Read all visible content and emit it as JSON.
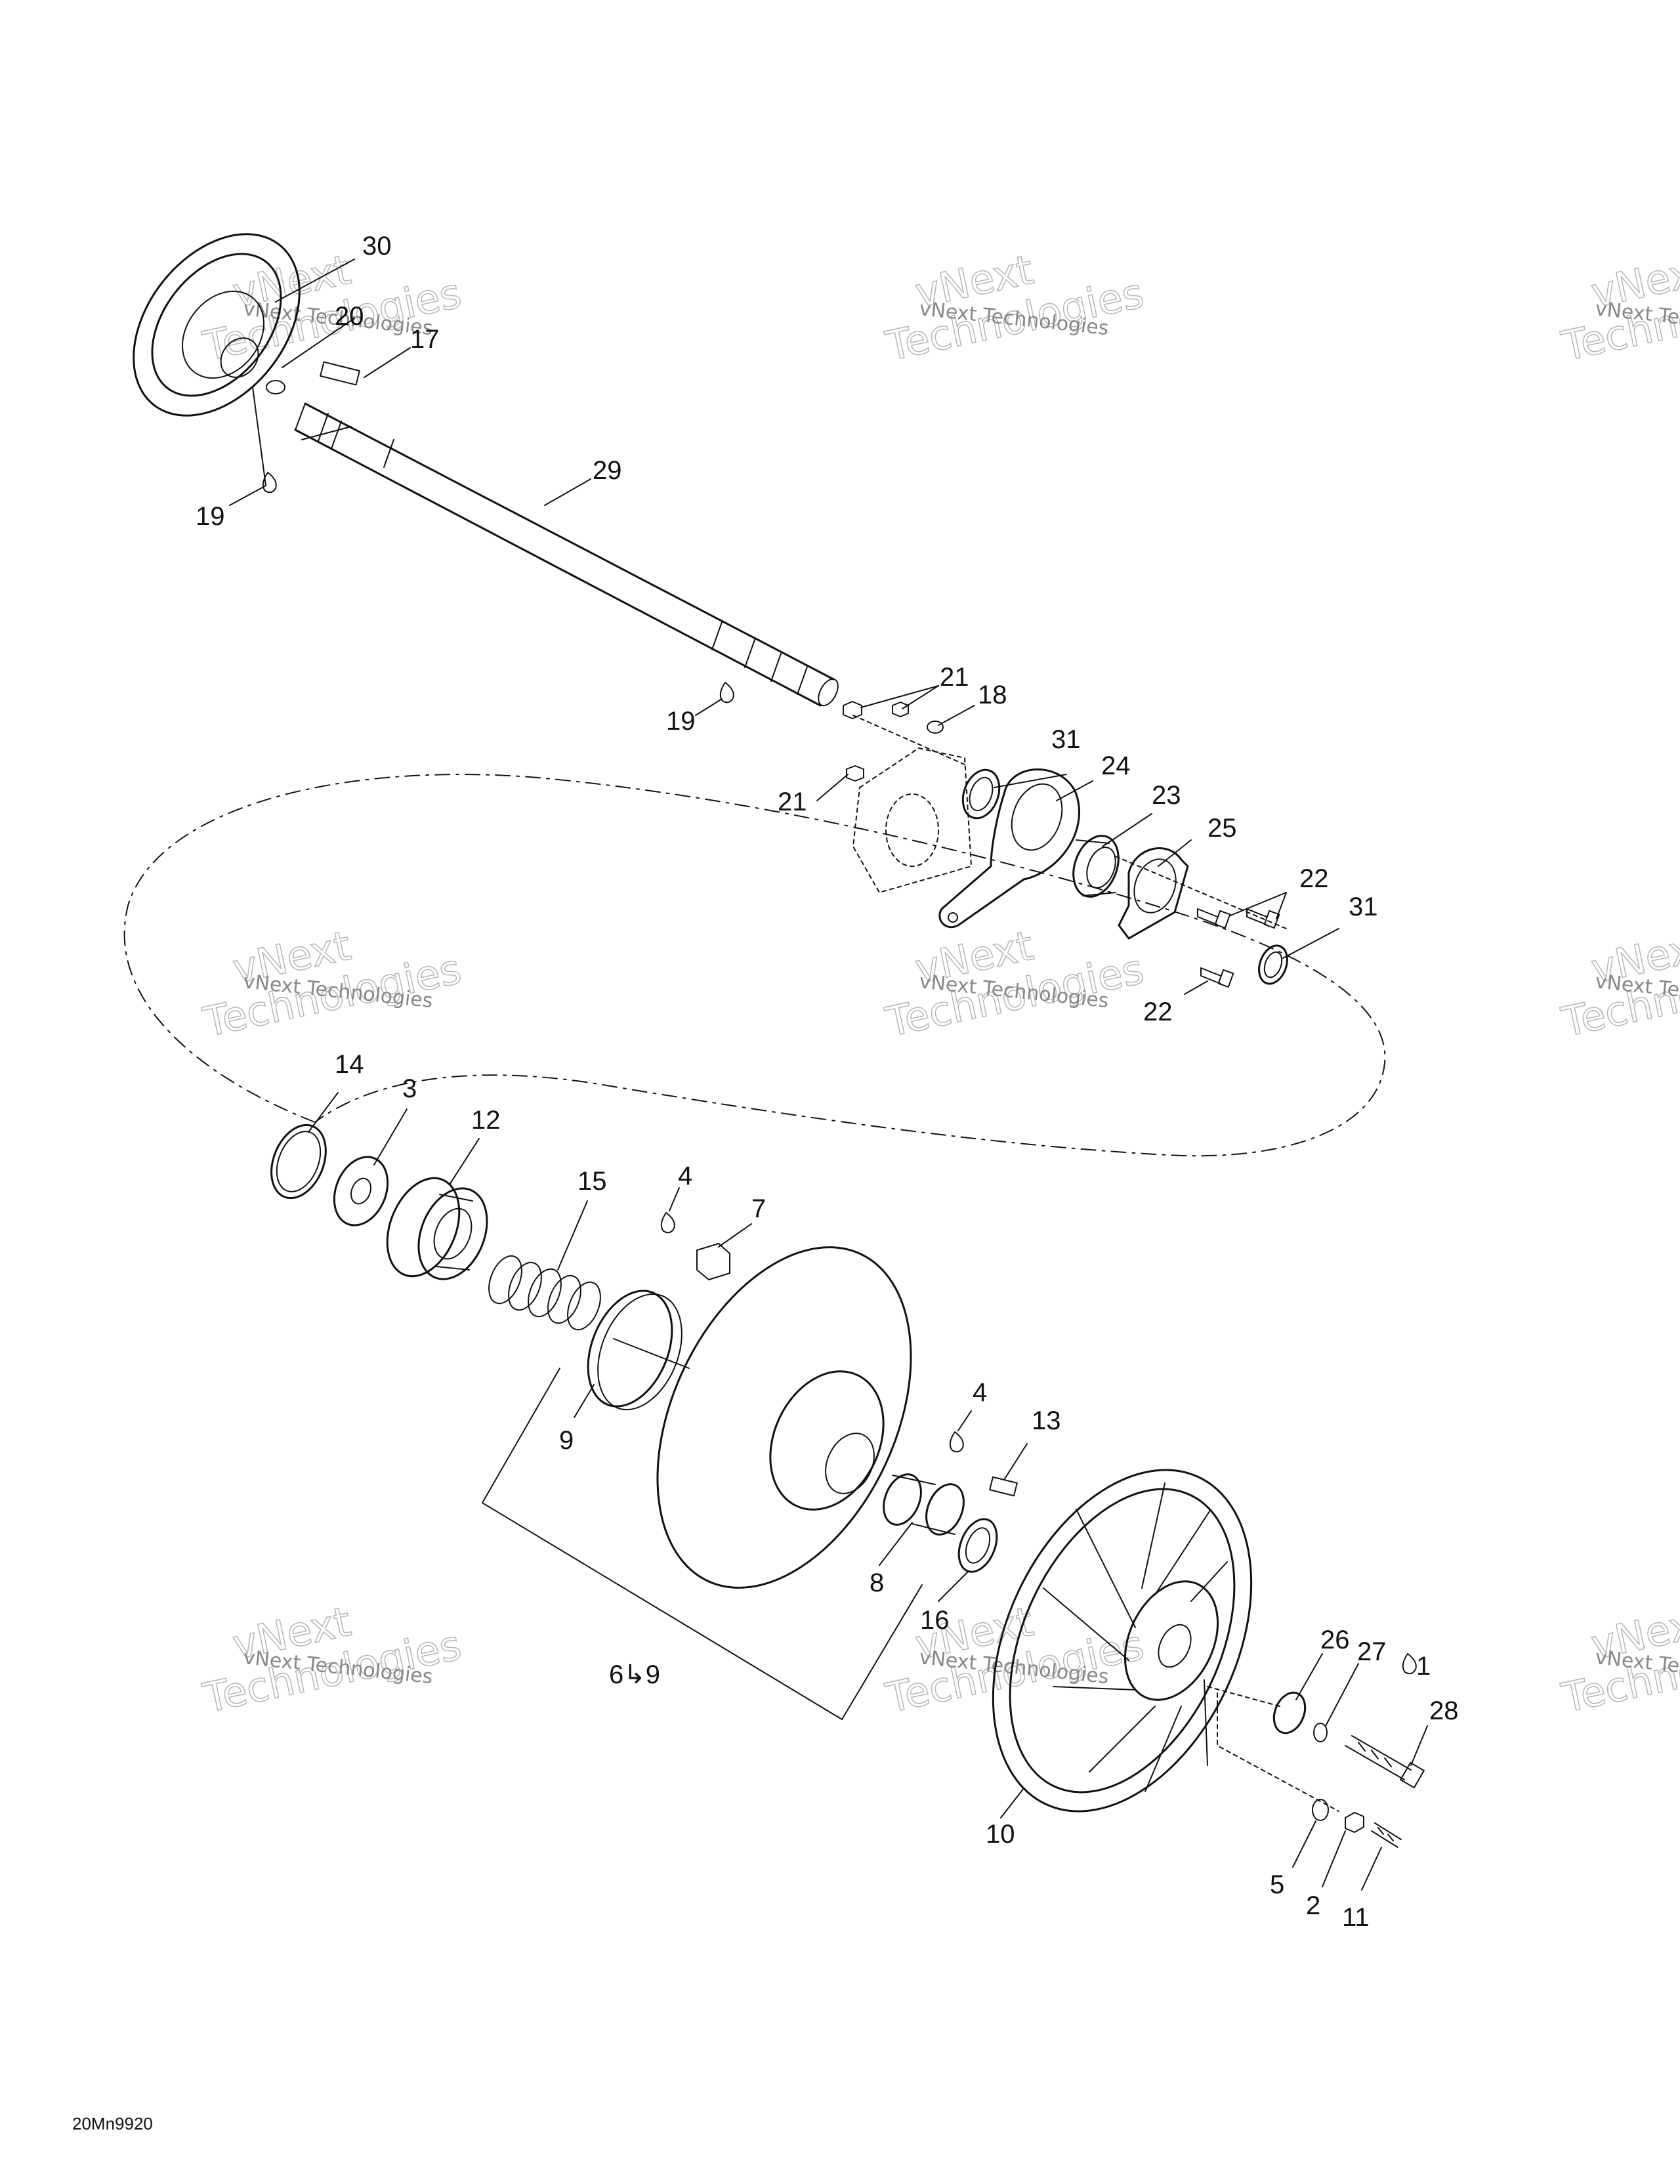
{
  "document_id": "20Mn9920",
  "watermark": {
    "line1": "vNext",
    "line2": "Technologies",
    "small": "vNext Technologies"
  },
  "callouts": {
    "c1": "1",
    "c2": "2",
    "c3": "3",
    "c4a": "4",
    "c4b": "4",
    "c5": "5",
    "c69": "6↳9",
    "c7": "7",
    "c8": "8",
    "c9": "9",
    "c10": "10",
    "c11": "11",
    "c12": "12",
    "c13": "13",
    "c14": "14",
    "c15": "15",
    "c16": "16",
    "c17": "17",
    "c18": "18",
    "c19a": "19",
    "c19b": "19",
    "c20": "20",
    "c21a": "21",
    "c21b": "21",
    "c22a": "22",
    "c22b": "22",
    "c23": "23",
    "c24": "24",
    "c25": "25",
    "c26": "26",
    "c27": "27",
    "c28": "28",
    "c29": "29",
    "c30": "30",
    "c31a": "31",
    "c31b": "31"
  }
}
